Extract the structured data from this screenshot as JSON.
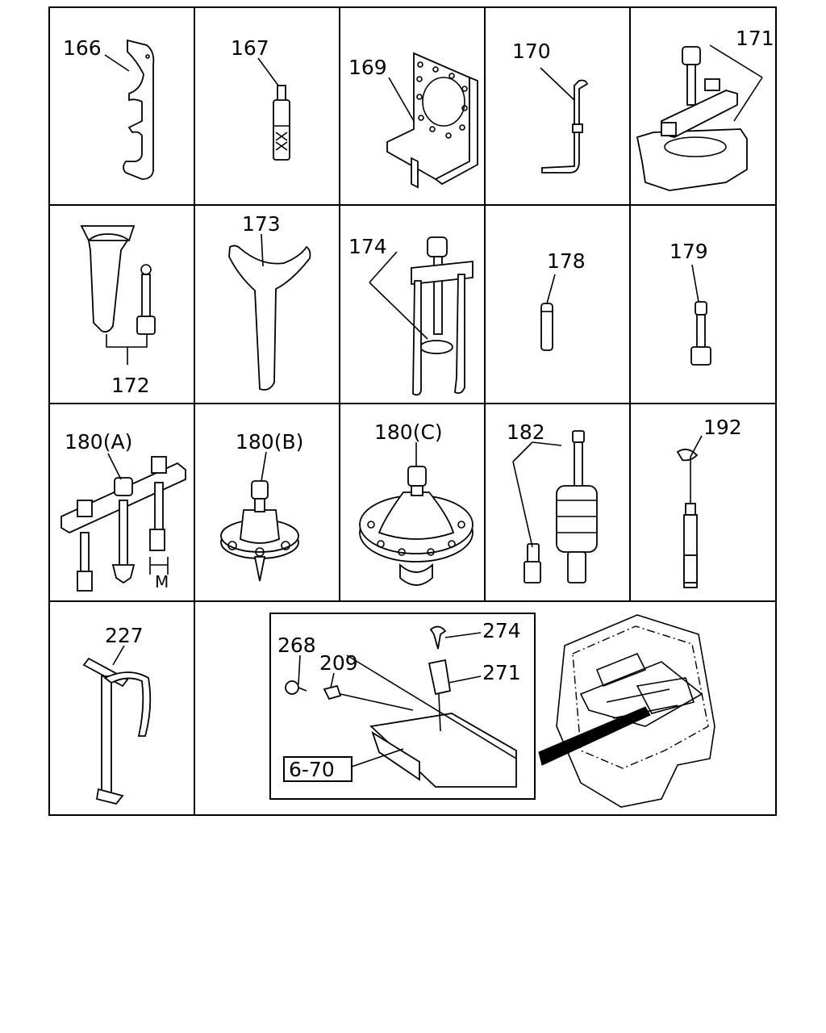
{
  "cells": [
    {
      "id": "c166",
      "label": "166"
    },
    {
      "id": "c167",
      "label": "167"
    },
    {
      "id": "c169",
      "label": "169"
    },
    {
      "id": "c170",
      "label": "170"
    },
    {
      "id": "c171",
      "label": "171"
    },
    {
      "id": "c172",
      "label": "172"
    },
    {
      "id": "c173",
      "label": "173"
    },
    {
      "id": "c174",
      "label": "174"
    },
    {
      "id": "c178",
      "label": "178"
    },
    {
      "id": "c179",
      "label": "179"
    },
    {
      "id": "c180a",
      "label": "180(A)"
    },
    {
      "id": "c180b",
      "label": "180(B)"
    },
    {
      "id": "c180c",
      "label": "180(C)"
    },
    {
      "id": "c182",
      "label": "182"
    },
    {
      "id": "c192",
      "label": "192"
    },
    {
      "id": "c227",
      "label": "227"
    }
  ],
  "dimension_label": "M",
  "inset": {
    "labels": {
      "p268": "268",
      "p209": "209",
      "p274": "274",
      "p271": "271",
      "ref": "6-70"
    }
  }
}
